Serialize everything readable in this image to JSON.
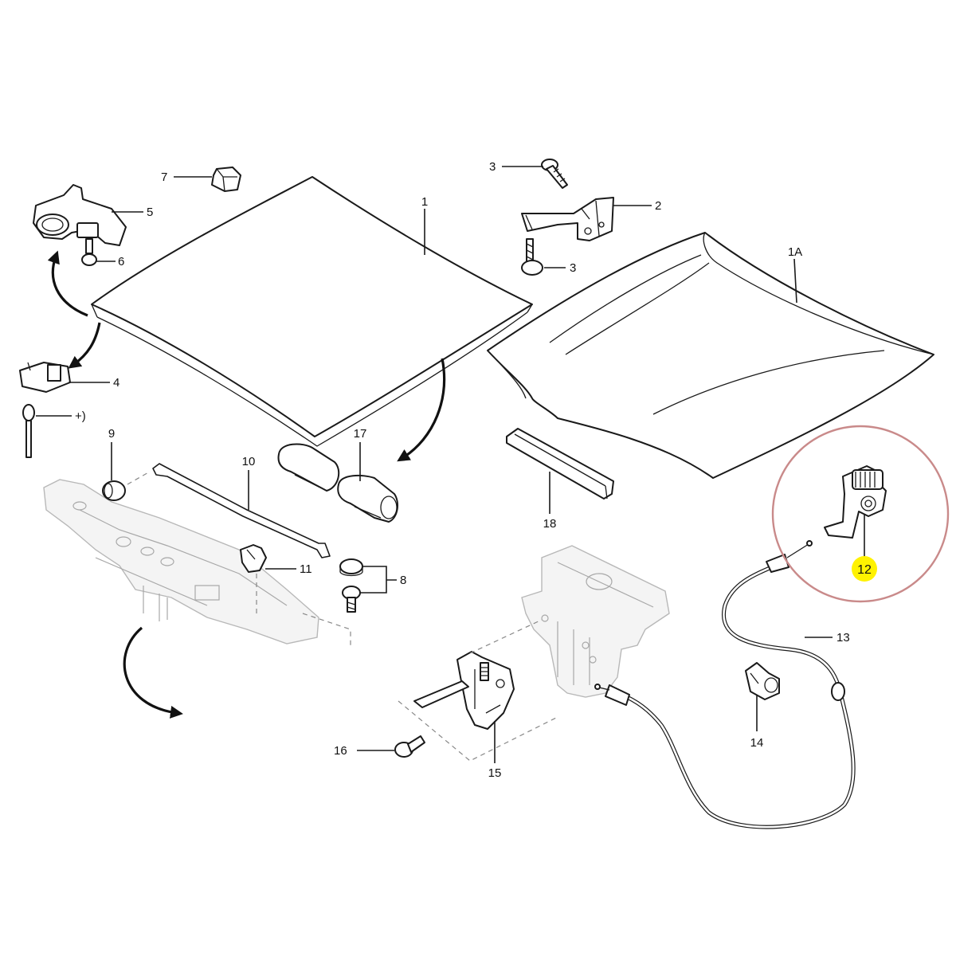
{
  "labels": {
    "p1": "1",
    "p1a": "1A",
    "p2": "2",
    "p3a": "3",
    "p3b": "3",
    "p4": "4",
    "p4note": "+)",
    "p5": "5",
    "p6": "6",
    "p7": "7",
    "p8": "8",
    "p9": "9",
    "p10": "10",
    "p11": "11",
    "p12": "12",
    "p13": "13",
    "p14": "14",
    "p15": "15",
    "p16": "16",
    "p17": "17",
    "p18": "18"
  },
  "colors": {
    "highlight_ring": "#c98a8a",
    "highlight_badge": "#fff200",
    "linework": "#1a1a1a"
  }
}
